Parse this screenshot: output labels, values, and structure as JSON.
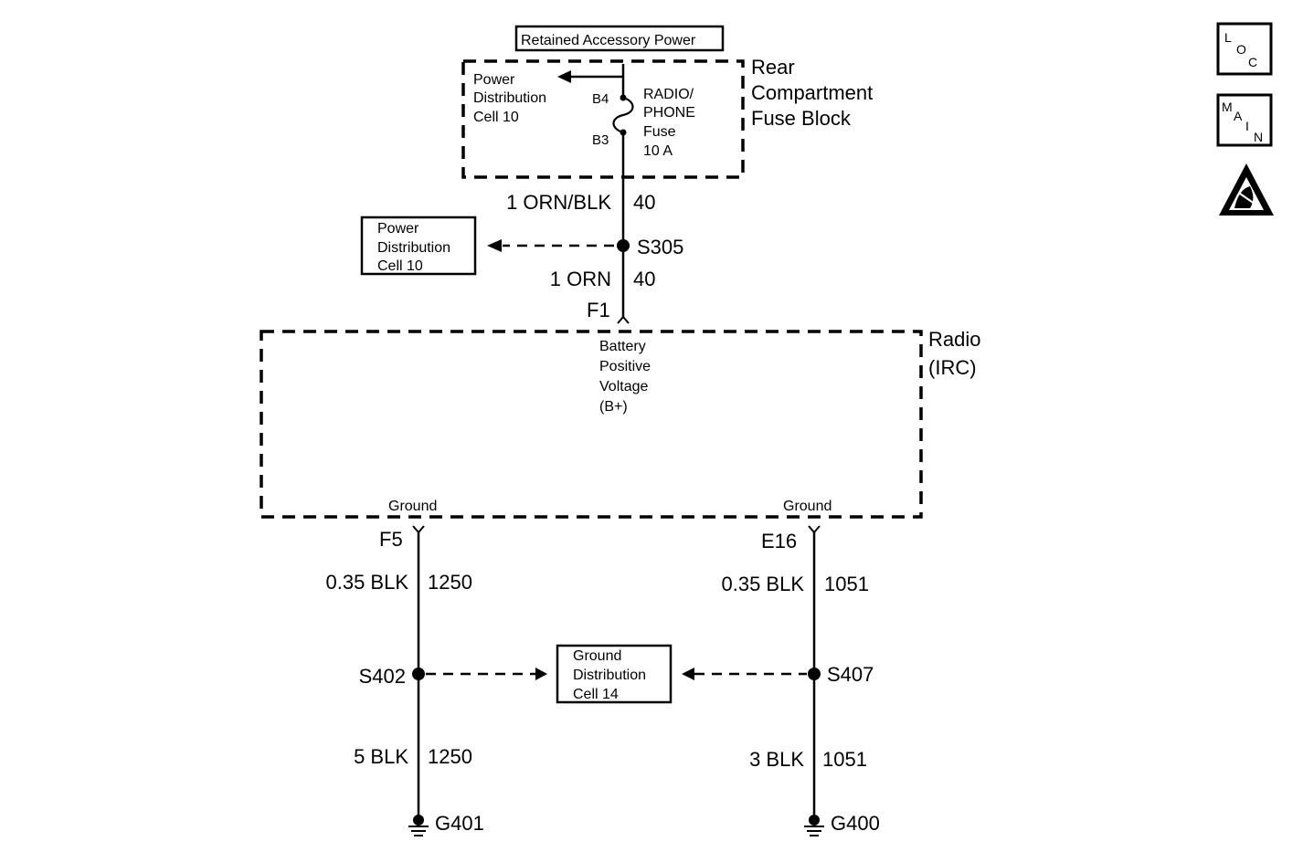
{
  "header": {
    "retained_power": "Retained Accessory Power"
  },
  "fuse_block": {
    "title": [
      "Rear",
      "Compartment",
      "Fuse Block"
    ],
    "pdc_label": [
      "Power",
      "Distribution",
      "Cell 10"
    ],
    "fuse_label": [
      "RADIO/",
      "PHONE",
      "Fuse",
      "10 A"
    ],
    "pin_b4": "B4",
    "pin_b3": "B3"
  },
  "upper_wire": {
    "wire1_gauge_color": "1 ORN/BLK",
    "wire1_circuit": "40",
    "splice": "S305",
    "wire2_gauge_color": "1 ORN",
    "wire2_circuit": "40",
    "connector": "F1"
  },
  "pdc_box": {
    "lines": [
      "Power",
      "Distribution",
      "Cell 10"
    ]
  },
  "radio": {
    "title": [
      "Radio",
      "(IRC)"
    ],
    "bplus_label": [
      "Battery",
      "Positive",
      "Voltage",
      "(B+)"
    ],
    "ground_left": "Ground",
    "ground_right": "Ground"
  },
  "left_ground": {
    "connector": "F5",
    "wire1_gauge_color": "0.35 BLK",
    "wire1_circuit": "1250",
    "splice": "S402",
    "wire2_gauge_color": "5 BLK",
    "wire2_circuit": "1250",
    "ground": "G401"
  },
  "right_ground": {
    "connector": "E16",
    "wire1_gauge_color": "0.35 BLK",
    "wire1_circuit": "1051",
    "splice": "S407",
    "wire2_gauge_color": "3 BLK",
    "wire2_circuit": "1051",
    "ground": "G400"
  },
  "gdc_box": {
    "lines": [
      "Ground",
      "Distribution",
      "Cell 14"
    ]
  },
  "side_icons": {
    "loc": [
      "L",
      "O",
      "C"
    ],
    "main": [
      "M",
      "A",
      "I",
      "N"
    ],
    "esd_icon": "esd-warning-icon"
  }
}
